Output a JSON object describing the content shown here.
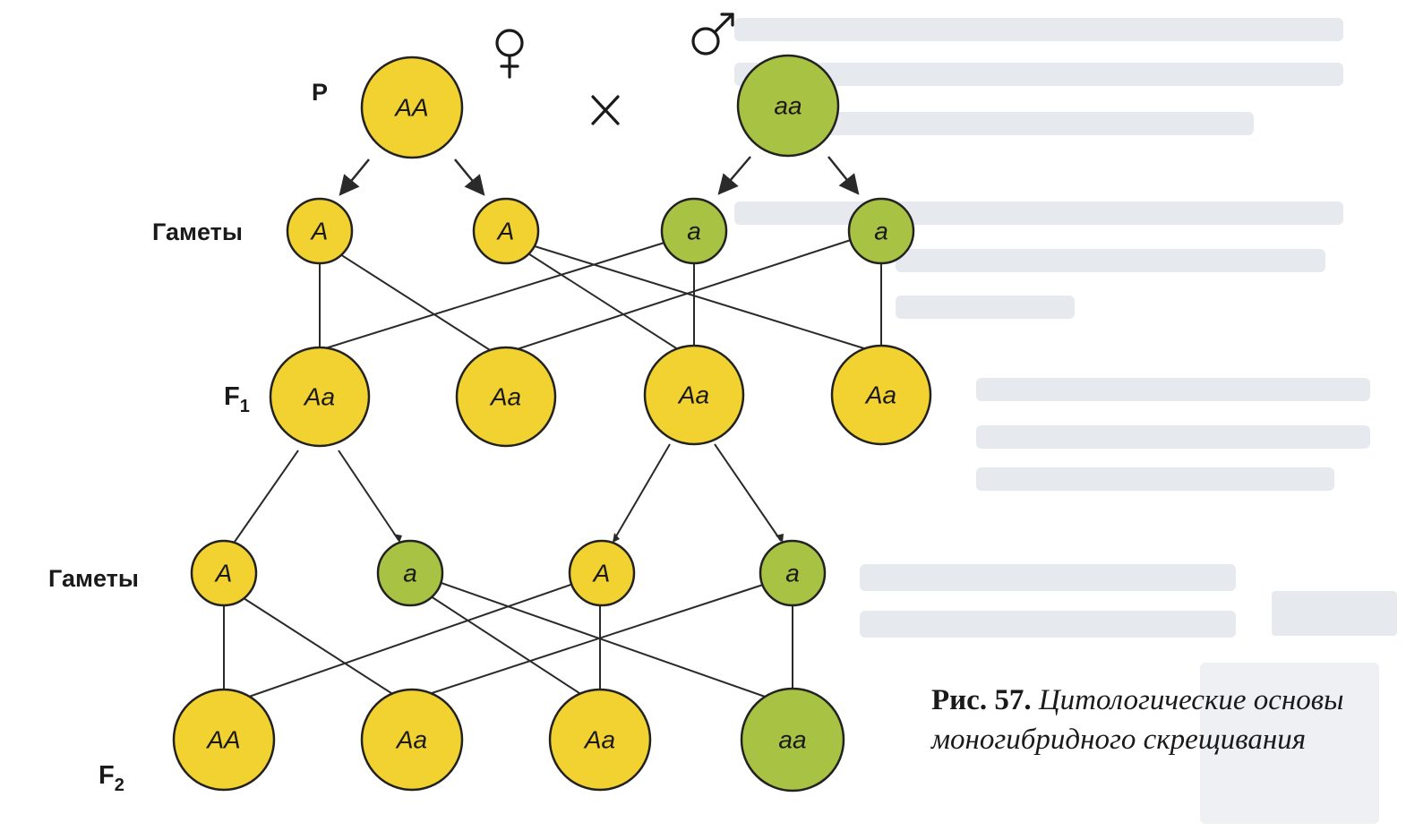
{
  "colors": {
    "dominant_fill": "#f2d230",
    "recessive_fill": "#a8c244",
    "outline": "#222222",
    "line": "#2a2a2a"
  },
  "symbols": {
    "female": "♀",
    "male": "♂",
    "cross": "×"
  },
  "row_labels": {
    "p": "P",
    "gametes1": "Гаметы",
    "f1": "F",
    "f1_sub": "1",
    "gametes2": "Гаметы",
    "f2": "F",
    "f2_sub": "2"
  },
  "nodes": {
    "p_female": {
      "text": "AA",
      "type": "dominant"
    },
    "p_male": {
      "text": "aa",
      "type": "recessive"
    },
    "g1_1": {
      "text": "A",
      "type": "dominant"
    },
    "g1_2": {
      "text": "A",
      "type": "dominant"
    },
    "g1_3": {
      "text": "a",
      "type": "recessive"
    },
    "g1_4": {
      "text": "a",
      "type": "recessive"
    },
    "f1_1": {
      "text": "Aa",
      "type": "dominant"
    },
    "f1_2": {
      "text": "Aa",
      "type": "dominant"
    },
    "f1_3": {
      "text": "Aa",
      "type": "dominant"
    },
    "f1_4": {
      "text": "Aa",
      "type": "dominant"
    },
    "g2_1": {
      "text": "A",
      "type": "dominant"
    },
    "g2_2": {
      "text": "a",
      "type": "recessive"
    },
    "g2_3": {
      "text": "A",
      "type": "dominant"
    },
    "g2_4": {
      "text": "a",
      "type": "recessive"
    },
    "f2_1": {
      "text": "AA",
      "type": "dominant"
    },
    "f2_2": {
      "text": "Aa",
      "type": "dominant"
    },
    "f2_3": {
      "text": "Aa",
      "type": "dominant"
    },
    "f2_4": {
      "text": "aa",
      "type": "recessive"
    }
  },
  "caption": {
    "number": "Рис. 57.",
    "text": "Цитологические основы моногибридного скрещивания"
  }
}
